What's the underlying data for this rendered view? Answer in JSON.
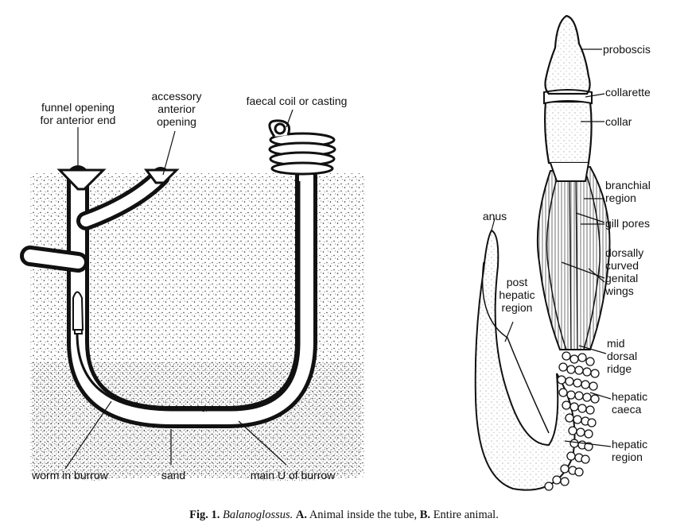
{
  "panel_a": {
    "labels": {
      "funnel": [
        "funnel opening",
        "for anterior end"
      ],
      "accessory": [
        "accessory",
        "anterior",
        "opening"
      ],
      "faecal": "faecal coil or casting",
      "worm": "worm in burrow",
      "sand": "sand",
      "main_u": "main U of burrow"
    }
  },
  "panel_b": {
    "labels": {
      "proboscis": "proboscis",
      "collarette": "collarette",
      "collar": "collar",
      "branchial": [
        "branchial",
        "region"
      ],
      "gill_pores": "gill pores",
      "genital_wings": [
        "dorsally",
        "curved",
        "genital",
        "wings"
      ],
      "mid_dorsal": [
        "mid",
        "dorsal",
        "ridge"
      ],
      "hepatic_caeca": [
        "hepatic",
        "caeca"
      ],
      "hepatic_region": [
        "hepatic",
        "region"
      ],
      "anus": "anus",
      "post_hepatic": [
        "post",
        "hepatic",
        "region"
      ]
    }
  },
  "caption": {
    "fig": "Fig. 1.",
    "genus": "Balanoglossus.",
    "a": "A.",
    "a_text": "Animal inside the tube,",
    "b": "B.",
    "b_text": "Entire animal."
  }
}
